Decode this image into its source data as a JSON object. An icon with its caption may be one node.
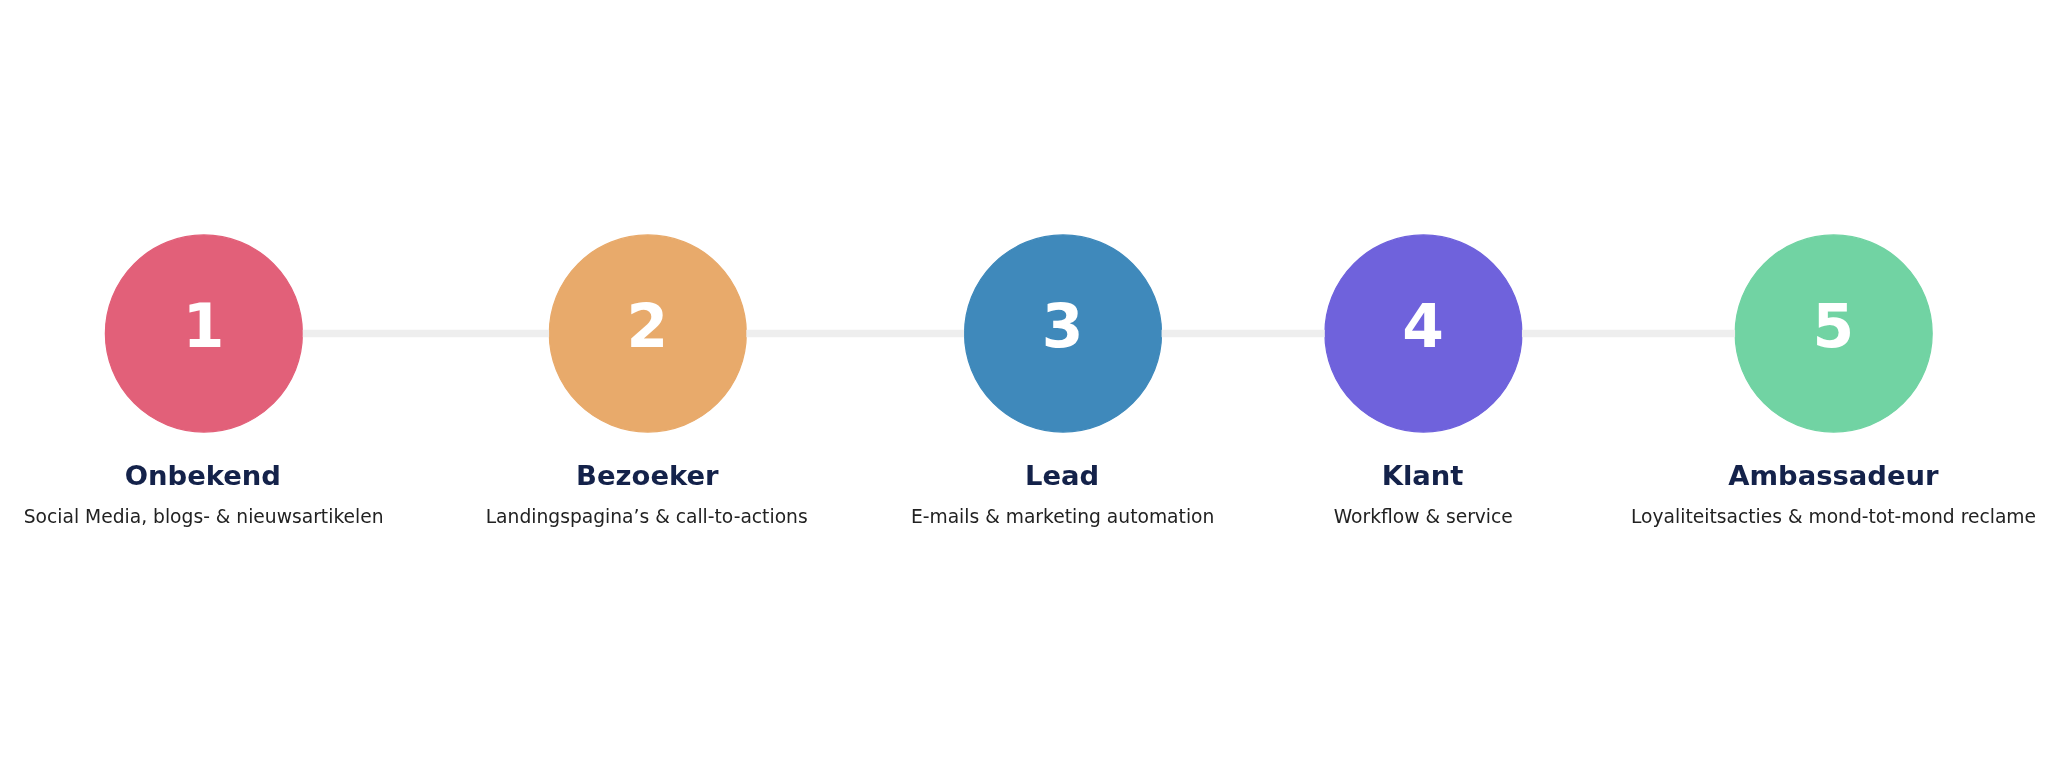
{
  "diagram": {
    "nodes": [
      {
        "text": [
          "1"
        ],
        "beside": [
          "Onbekend",
          "Social Media, blogs- & nieuwsartikelen"
        ]
      },
      {
        "text": [
          "2"
        ],
        "beside": [
          "Bezoeker",
          "Landingspagina’s & call-to-actions"
        ]
      },
      {
        "text": [
          "3"
        ],
        "beside": [
          "Lead",
          "E-mails & marketing automation"
        ]
      },
      {
        "text": [
          "4"
        ],
        "beside": [
          "Klant",
          "Workflow & service"
        ]
      },
      {
        "text": [
          "5"
        ],
        "beside": [
          "Ambassadeur",
          "Loyaliteitsacties & mond-tot-mond reclame"
        ]
      }
    ],
    "edges": [
      {
        "from": 0,
        "to": 1,
        "arrow": "none"
      },
      {
        "from": 1,
        "to": 2,
        "arrow": "none"
      },
      {
        "from": 2,
        "to": 3,
        "arrow": "none"
      },
      {
        "from": 3,
        "to": 4,
        "arrow": "none"
      }
    ]
  }
}
